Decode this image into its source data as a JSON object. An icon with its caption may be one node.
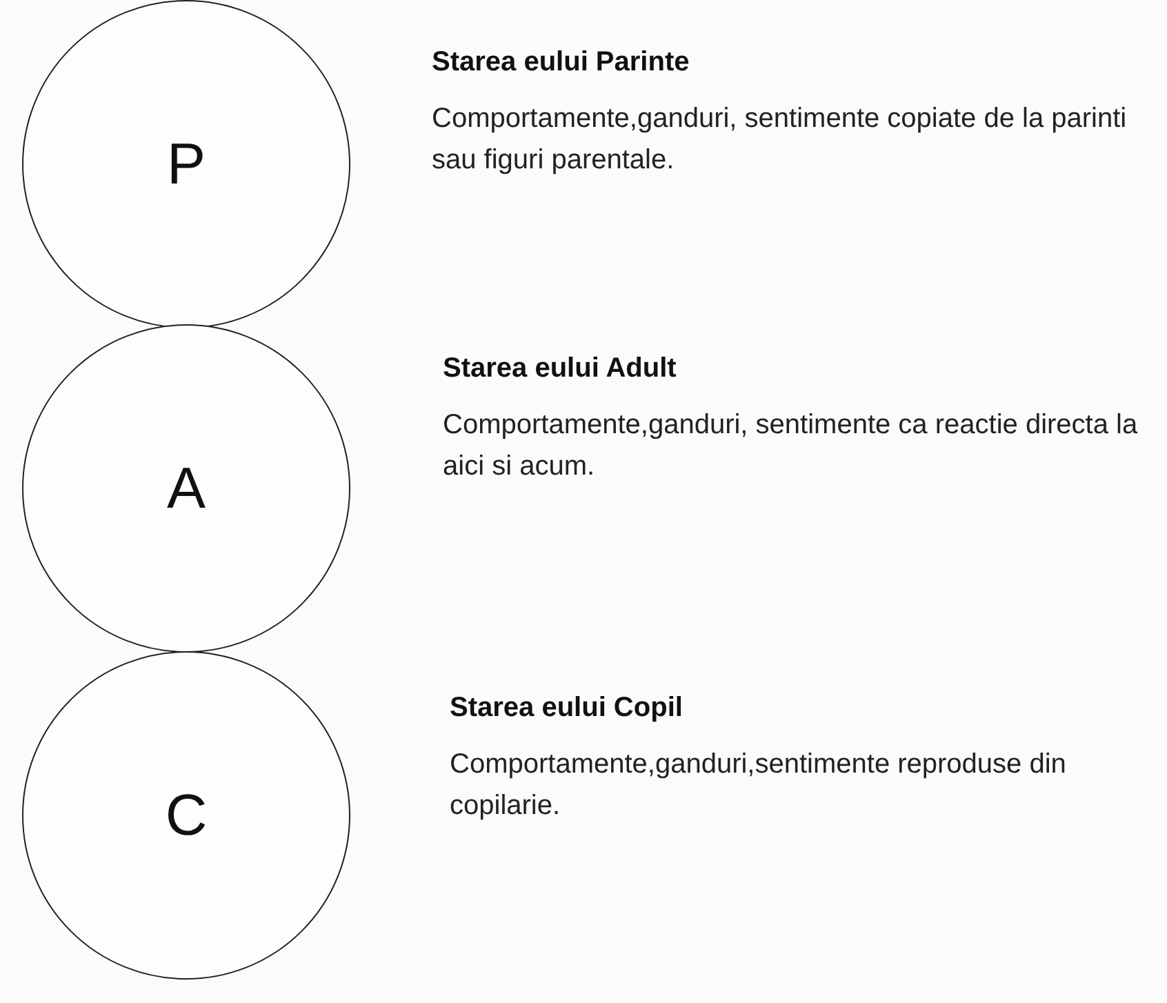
{
  "diagram": {
    "nodes": [
      {
        "text": [
          "P"
        ],
        "beside": [
          "Starea eului Parinte",
          "Comportamente,ganduri, sentimente copiate de la parinti sau figuri parentale."
        ]
      },
      {
        "text": [
          "A"
        ],
        "beside": [
          "Starea eului Adult",
          "Comportamente,ganduri, sentimente ca reactie directa la aici si acum."
        ]
      },
      {
        "text": [
          "C"
        ],
        "beside": [
          "Starea eului Copil",
          "Comportamente,ganduri,sentimente reproduse din copilarie."
        ]
      }
    ]
  }
}
